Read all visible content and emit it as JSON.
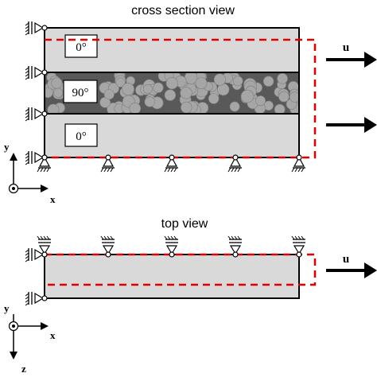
{
  "views": {
    "cross_section": {
      "title": "cross section view"
    },
    "top": {
      "title": "top view"
    }
  },
  "plies": [
    {
      "label": "0°",
      "fill": "#d9d9d9"
    },
    {
      "label": "90°",
      "fill": "#595959"
    },
    {
      "label": "0°",
      "fill": "#d9d9d9"
    }
  ],
  "load": {
    "label": "u",
    "arrow_color": "#000000"
  },
  "axes": {
    "cross_section": {
      "vertical": "y",
      "horizontal": "x"
    },
    "top": {
      "vertical": "y",
      "horizontal": "x",
      "out_of_plane": "z"
    }
  },
  "colors": {
    "deformed_outline": "#e00000",
    "outline": "#000000",
    "fiber": "#a6a6a6"
  }
}
